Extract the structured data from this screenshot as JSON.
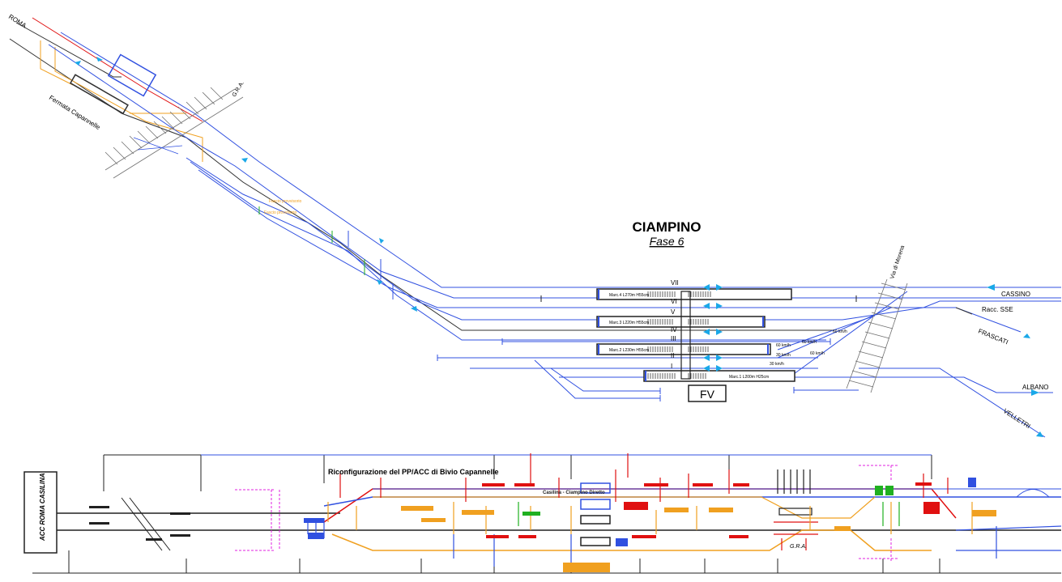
{
  "station": {
    "title": "CIAMPINO",
    "phase": "Fase 6",
    "building": "FV"
  },
  "directions": {
    "roma": "ROMA",
    "cassino": "CASSINO",
    "frascati": "FRASCATI",
    "albano": "ALBANO",
    "velletri": "VELLETRI",
    "racc_sse": "Racc. SSE",
    "via_di_morena": "Via di Morena",
    "fermata": "Fermata Capannelle",
    "gra_top": "G.R.A.",
    "gra_bottom": "G.R.A."
  },
  "tracks": {
    "numbers": [
      "VII",
      "VI",
      "V",
      "IV",
      "III",
      "II",
      "I"
    ]
  },
  "platforms": {
    "marc4": "Marc.4 L270m H55cm",
    "marc3": "Marc.3 L220m H55cm",
    "marc2": "Marc.2 L230m H55cm",
    "marc1": "Marc.1 L200m H25cm"
  },
  "speeds": {
    "s60a": "60 km/h",
    "s60b": "60 km/h",
    "s60c": "60 km/h",
    "s60d": "60 km/h",
    "s30a": "30 km/h",
    "s30b": "30 km/h"
  },
  "provisional": {
    "a": "Fascio provvisorio",
    "b": "Fascio provvisorio"
  },
  "bottom": {
    "title": "Riconfigurazione del PP/ACC di Bivio Capannelle",
    "acc_box": "ACC ROMA CASILINA",
    "line_label": "Casilina - Ciampino Diretto",
    "gra": "G.R.A."
  },
  "colors": {
    "blue": "#3050e0",
    "dark": "#202020",
    "red": "#e01010",
    "orange": "#f0a020",
    "green": "#20b020",
    "magenta": "#e020e0",
    "cyan": "#1aa8e8",
    "hatch": "#707070"
  }
}
